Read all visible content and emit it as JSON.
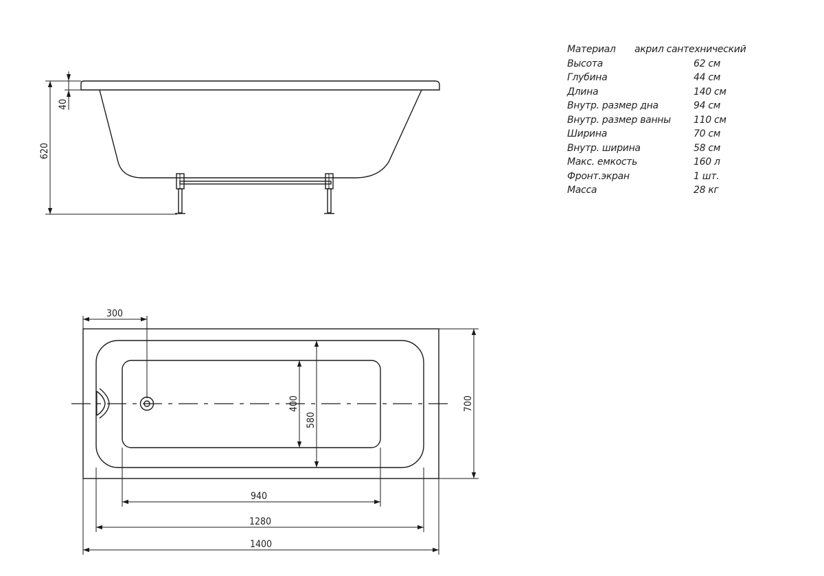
{
  "side_view": {
    "dim_height": "620",
    "dim_rim": "40"
  },
  "top_view": {
    "dim_drain_offset": "300",
    "dim_bottom_width": "400",
    "dim_inner_width": "580",
    "dim_outer_width": "700",
    "dim_bottom_length": "940",
    "dim_inner_length": "1280",
    "dim_outer_length": "1400"
  },
  "specs": [
    {
      "label": "Материал",
      "value": "акрил сантехнический"
    },
    {
      "label": "Высота",
      "value": "62 см"
    },
    {
      "label": "Глубина",
      "value": "44 см"
    },
    {
      "label": "Длина",
      "value": "140 см"
    },
    {
      "label": "Внутр. размер дна",
      "value": "94 см"
    },
    {
      "label": "Внутр. размер ванны",
      "value": "110 см"
    },
    {
      "label": "Ширина",
      "value": "70 см"
    },
    {
      "label": "Внутр. ширина",
      "value": "58 см"
    },
    {
      "label": "Макс. емкость",
      "value": "160 л"
    },
    {
      "label": "Фронт.экран",
      "value": "1 шт."
    },
    {
      "label": "Масса",
      "value": "28 кг"
    }
  ]
}
